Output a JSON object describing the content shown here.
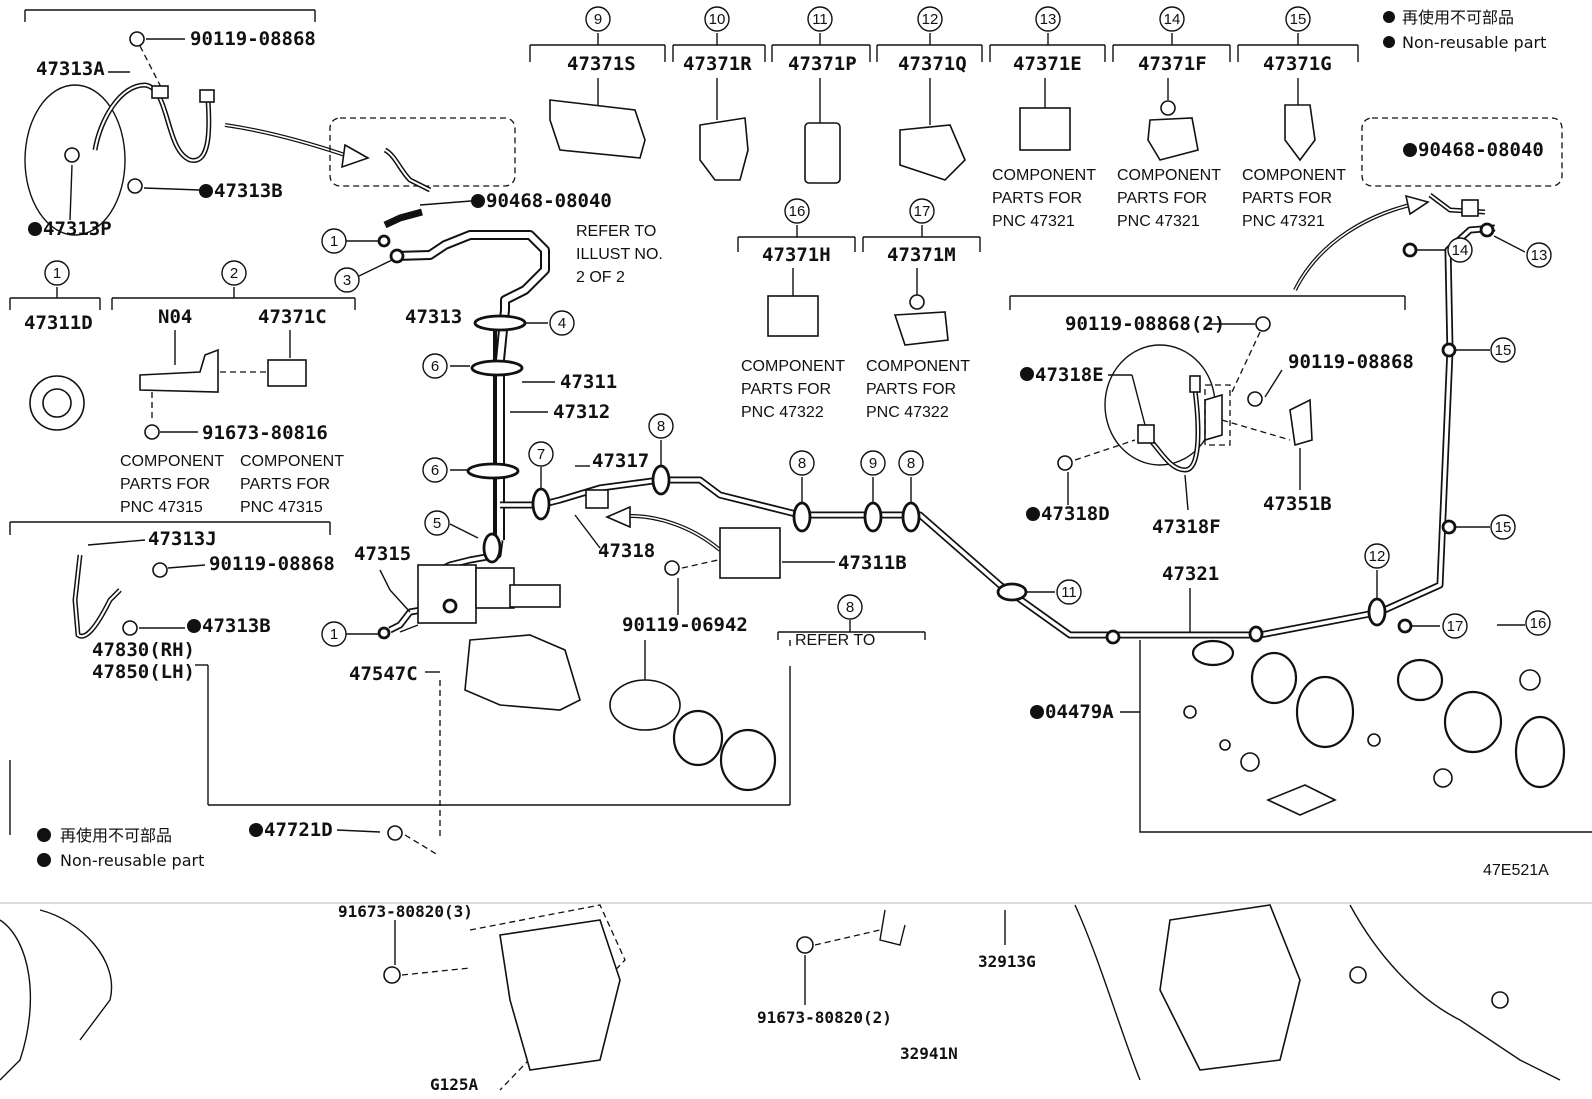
{
  "legend": {
    "jp": "再使用不可部品",
    "en": "Non-reusable part"
  },
  "figure_code": "47E521A",
  "slots": {
    "n1": "1",
    "n2": "2",
    "n3": "3",
    "n4": "4",
    "n5": "5",
    "n6": "6",
    "n7": "7",
    "n8": "8",
    "n9": "9",
    "n10": "10",
    "n11": "11",
    "n12": "12",
    "n13": "13",
    "n14": "14",
    "n15": "15",
    "n16": "16",
    "n17": "17"
  },
  "top_row": [
    {
      "pn": "47371S"
    },
    {
      "pn": "47371R"
    },
    {
      "pn": "47371P"
    },
    {
      "pn": "47371Q"
    },
    {
      "pn": "47371E"
    },
    {
      "pn": "47371F"
    },
    {
      "pn": "47371G"
    }
  ],
  "component_text": {
    "line1": "COMPONENT",
    "line2": "PARTS FOR",
    "pnc_47321": "PNC 47321",
    "pnc_47322": "PNC 47322",
    "pnc_47315": "PNC 47315"
  },
  "refer": {
    "line1": "REFER TO",
    "line2": "ILLUST NO.",
    "line3": "2 OF 2"
  },
  "parts": {
    "p47313A": "47313A",
    "p90119_08868": "90119-08868",
    "p47313B": "47313B",
    "p47313P": "47313P",
    "p90468_08040": "90468-08040",
    "p47313": "47313",
    "p47311D": "47311D",
    "pN04": "N04",
    "p47371C": "47371C",
    "p91673_80816": "91673-80816",
    "p47311": "47311",
    "p47312": "47312",
    "p47317": "47317",
    "p47318": "47318",
    "p47311B": "47311B",
    "p90119_06942": "90119-06942",
    "p47313J": "47313J",
    "p47315": "47315",
    "p47830": "47830(RH)",
    "p47850": "47850(LH)",
    "p47547C": "47547C",
    "p47371H": "47371H",
    "p47371M": "47371M",
    "p90119_08868_2": "90119-08868(2)",
    "p47318E": "47318E",
    "p47318D": "47318D",
    "p47318F": "47318F",
    "p47351B": "47351B",
    "p47321": "47321",
    "p04479A": "04479A",
    "p47721D": "47721D",
    "p91673_80820_3": "91673-80820(3)",
    "p91673_80820_2": "91673-80820(2)",
    "p32913G": "32913G",
    "p32941N": "32941N",
    "pG125A": "G125A",
    "refer_cut": "REFER TO"
  }
}
